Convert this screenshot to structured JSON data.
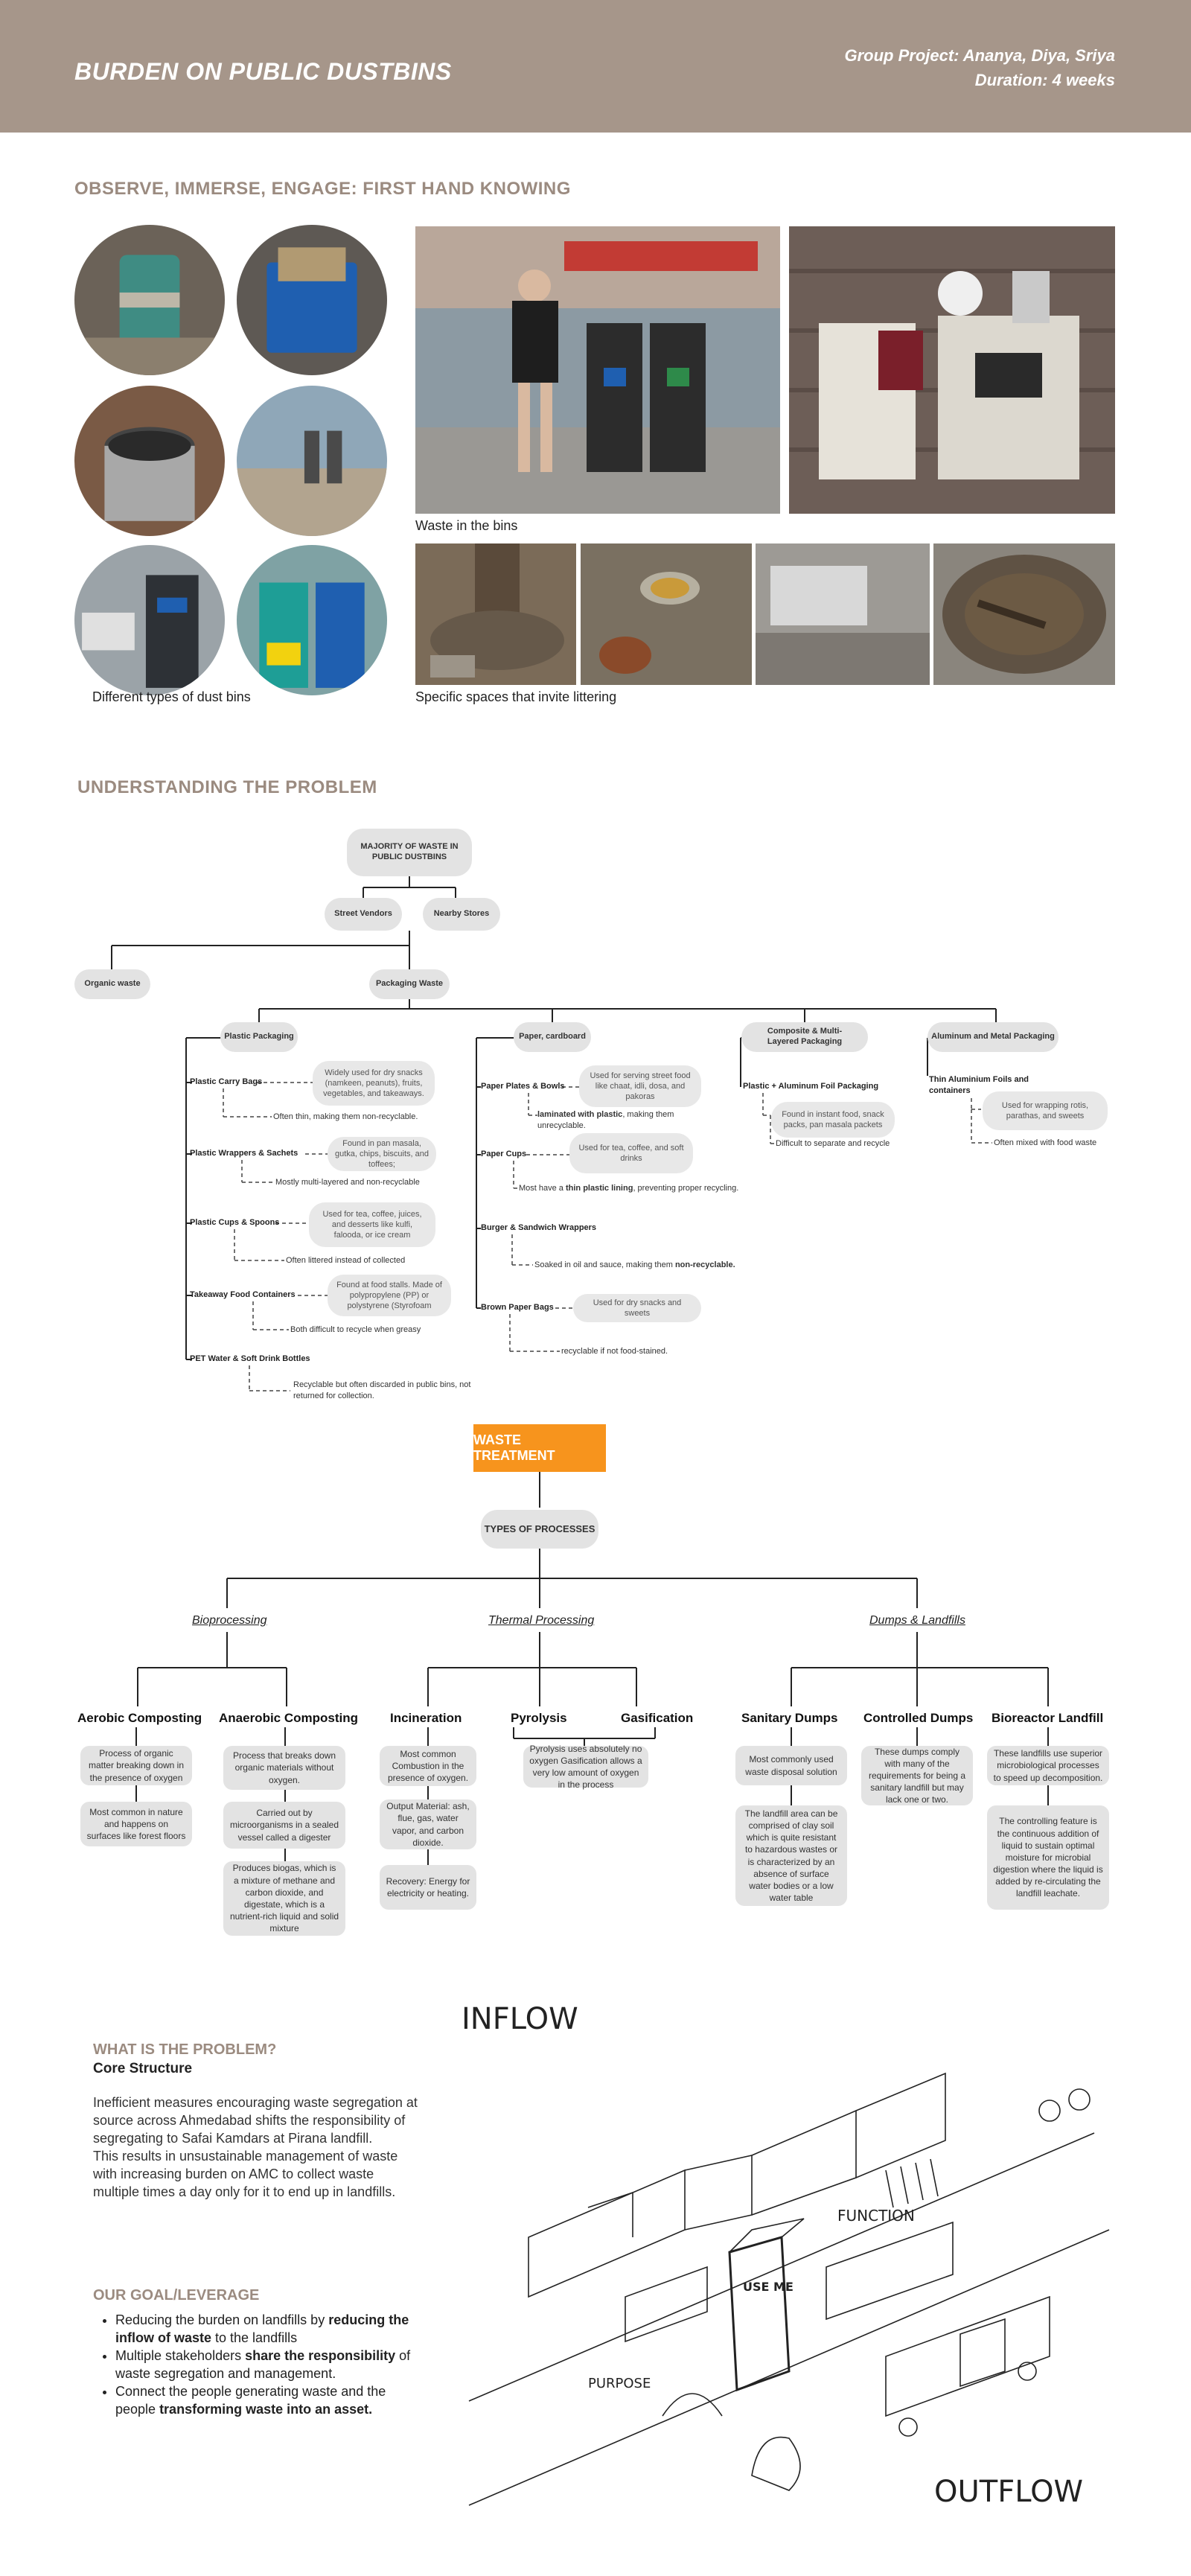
{
  "header": {
    "title": "BURDEN ON PUBLIC DUSTBINS",
    "team": "Group Project: Ananya, Diya, Sriya",
    "duration": "Duration: 4 weeks"
  },
  "observe": {
    "title": "OBSERVE, IMMERSE, ENGAGE: FIRST HAND KNOWING",
    "caption_bins": "Different types of dust bins",
    "caption_waste": "Waste in the bins",
    "caption_spaces": "Specific spaces that invite littering"
  },
  "understanding": {
    "title": "UNDERSTANDING THE PROBLEM",
    "root": "MAJORITY OF WASTE IN PUBLIC DUSTBINS",
    "street_vendors": "Street Vendors",
    "nearby_stores": "Nearby Stores",
    "organic": "Organic waste",
    "packaging": "Packaging Waste",
    "plastic": {
      "title": "Plastic Packaging",
      "items": [
        {
          "label": "Plastic Carry Bags",
          "note": "Widely used for dry snacks (namkeen, peanuts), fruits, vegetables, and takeaways.",
          "sub": "Often thin, making them non-recyclable."
        },
        {
          "label": "Plastic Wrappers & Sachets",
          "note": "Found in pan masala, gutka, chips, biscuits, and toffees;",
          "sub": "Mostly multi-layered and non-recyclable"
        },
        {
          "label": "Plastic Cups & Spoons",
          "note": "Used for tea, coffee, juices, and desserts like kulfi, falooda, or ice cream",
          "sub": "Often littered instead of collected"
        },
        {
          "label": "Takeaway Food Containers",
          "note": "Found at food stalls. Made of polypropylene (PP) or polystyrene (Styrofoam",
          "sub": "Both difficult to recycle when greasy"
        },
        {
          "label": "PET Water & Soft Drink Bottles",
          "note": "",
          "sub": "Recyclable but often discarded in public bins, not returned for collection."
        }
      ]
    },
    "paper": {
      "title": "Paper, cardboard",
      "items": [
        {
          "label": "Paper Plates & Bowls",
          "note": "Used for serving street food like chaat, idli, dosa, and pakoras",
          "sub_plain": "",
          "sub_bold": "laminated with plastic",
          "sub_rest": ", making them unrecyclable."
        },
        {
          "label": "Paper Cups",
          "note": "Used for tea, coffee, and soft drinks",
          "sub_plain": "Most have a ",
          "sub_bold": "thin plastic lining",
          "sub_rest": ", preventing proper recycling."
        },
        {
          "label": "Burger & Sandwich Wrappers",
          "note": "",
          "sub_plain": "Soaked in oil and sauce, making them ",
          "sub_bold": "non-recyclable.",
          "sub_rest": ""
        },
        {
          "label": "Brown Paper Bags",
          "note": "Used for dry snacks and sweets",
          "sub_plain": "recyclable if not food-stained.",
          "sub_bold": "",
          "sub_rest": ""
        }
      ]
    },
    "composite": {
      "title": "Composite & Multi-Layered Packaging",
      "label": "Plastic + Aluminum Foil Packaging",
      "note": "Found in instant food, snack packs, pan masala packets",
      "sub": "Difficult to separate and recycle"
    },
    "metal": {
      "title": "Aluminum and Metal Packaging",
      "label": "Thin Aluminium Foils and containers",
      "note": "Used for wrapping rotis, parathas, and sweets",
      "sub": "Often mixed with food waste"
    }
  },
  "treatment": {
    "title": "WASTE TREATMENT",
    "types": "TYPES OF PROCESSES",
    "categories": [
      "Bioprocessing",
      "Thermal Processing",
      "Dumps & Landfills"
    ],
    "processes": [
      {
        "name": "Aerobic Composting",
        "boxes": [
          "Process of organic matter breaking down in the presence of oxygen",
          "Most common in nature and happens on surfaces like forest floors"
        ]
      },
      {
        "name": "Anaerobic Composting",
        "boxes": [
          "Process that breaks down organic materials without oxygen.",
          "Carried out by microorganisms in a sealed vessel called a digester",
          "Produces biogas, which is a mixture of methane and carbon dioxide, and digestate, which is a nutrient-rich liquid and solid mixture"
        ]
      },
      {
        "name": "Incineration",
        "boxes": [
          "Most common Combustion in the presence of oxygen.",
          "Output Material: ash, flue, gas, water vapor, and carbon dioxide.",
          "Recovery: Energy for electricity or heating."
        ]
      },
      {
        "name": "Pyrolysis",
        "boxes": [
          "Pyrolysis uses absolutely no oxygen Gasification allows a very low amount of oxygen in the process"
        ]
      },
      {
        "name": "Gasification",
        "boxes": []
      },
      {
        "name": "Sanitary Dumps",
        "boxes": [
          "Most commonly used waste disposal solution",
          "The landfill area can be comprised of clay soil which is quite resistant to hazardous wastes or is characterized by an absence of surface water bodies or a low water table"
        ]
      },
      {
        "name": "Controlled Dumps",
        "boxes": [
          "These dumps comply with many of the requirements for being a sanitary landfill but may lack one or two."
        ]
      },
      {
        "name": "Bioreactor Landfill",
        "boxes": [
          "These landfills use superior microbiological processes to speed up decomposition.",
          "The controlling feature is the continuous addition of liquid to sustain optimal moisture for microbial digestion where the liquid is added by re-circulating the landfill leachate."
        ]
      }
    ]
  },
  "problem": {
    "title": "WHAT IS THE PROBLEM?",
    "subtitle": "Core Structure",
    "p1": "Inefficient measures encouraging waste segregation at source across Ahmedabad shifts the responsibility of segregating to Safai Kamdars at Pirana landfill.",
    "p2": "This results in unsustainable management of waste with increasing burden on AMC to collect waste multiple times a day only for it to end up in landfills."
  },
  "goal": {
    "title": "OUR GOAL/LEVERAGE",
    "b1_pre": "Reducing the burden on landfills by ",
    "b1_bold": "reducing the inflow of waste",
    "b1_post": " to the landfills",
    "b2_pre": "Multiple stakeholders ",
    "b2_bold": "share the responsibility",
    "b2_post": " of waste segregation and management.",
    "b3_pre": "Connect the people generating waste and the people ",
    "b3_bold": "transforming waste into an asset.",
    "b3_post": ""
  },
  "sketch": {
    "inflow": "INFLOW",
    "outflow": "OUTFLOW",
    "function": "FUNCTION",
    "purpose": "PURPOSE",
    "use_me": "USE ME"
  }
}
